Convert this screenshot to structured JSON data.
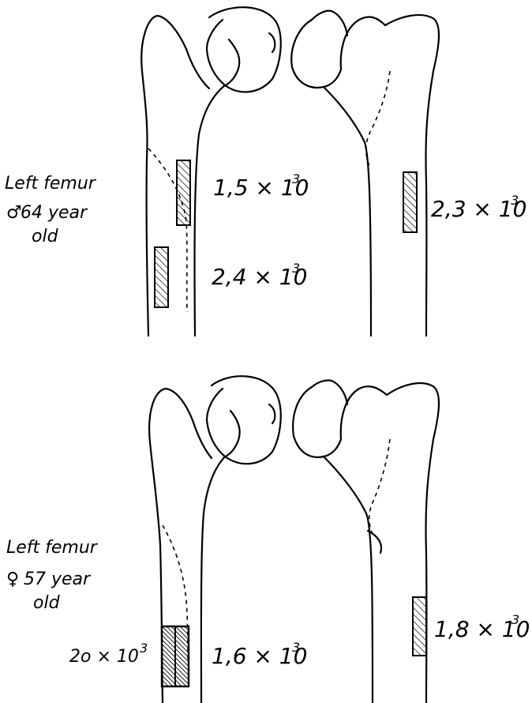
{
  "panels": [
    {
      "side_label": "Left femur",
      "sex_symbol": "♂",
      "age": "64 year",
      "age_unit": "old",
      "measurements": {
        "a": {
          "mantissa": "1,5 × 10",
          "exp": "3"
        },
        "b": {
          "mantissa": "2,4 × 10",
          "exp": "3"
        },
        "c": {
          "mantissa": "2,3 × 10",
          "exp": "3"
        }
      }
    },
    {
      "side_label": "Left femur",
      "sex_symbol": "♀",
      "age": "57 year",
      "age_unit": "old",
      "measurements": {
        "a": {
          "mantissa": "2o × 10",
          "exp": "3"
        },
        "b": {
          "mantissa": "1,6 × 10",
          "exp": "3"
        },
        "c": {
          "mantissa": "1,8 × 10",
          "exp": "3"
        }
      }
    }
  ]
}
